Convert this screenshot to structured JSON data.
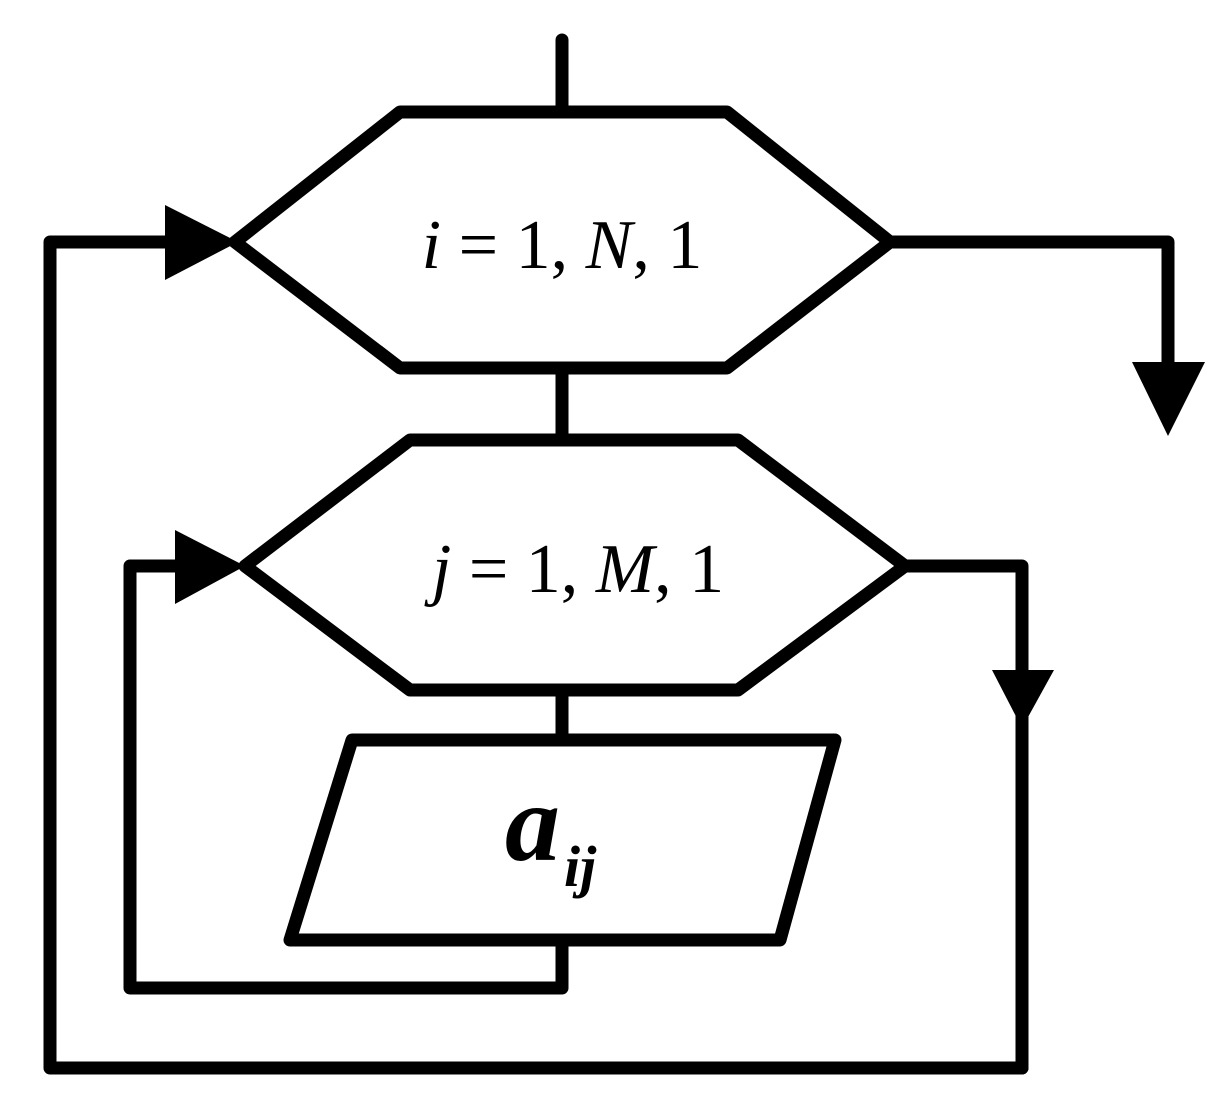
{
  "outer_loop": {
    "var": "i",
    "eq": " = 1, ",
    "limit": "N",
    "step": ", 1"
  },
  "inner_loop": {
    "var": "j",
    "eq": " = 1, ",
    "limit": "M",
    "step": ", 1"
  },
  "io_block": {
    "base": "a",
    "subscript": "ij"
  }
}
